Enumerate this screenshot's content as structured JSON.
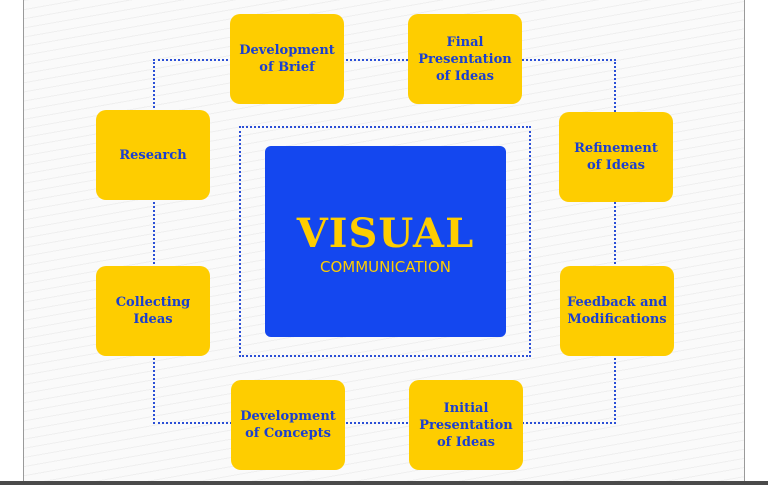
{
  "diagram": {
    "center": {
      "title": "VISUAL",
      "subtitle": "COMMUNICATION"
    },
    "nodes": [
      {
        "id": "development-of-brief",
        "label": "Development\nof Brief"
      },
      {
        "id": "final-presentation",
        "label": "Final\nPresentation\nof Ideas"
      },
      {
        "id": "refinement",
        "label": "Refinement\nof Ideas"
      },
      {
        "id": "feedback",
        "label": "Feedback and\nModifications"
      },
      {
        "id": "initial-presentation",
        "label": "Initial\nPresentation\nof Ideas"
      },
      {
        "id": "development-of-concepts",
        "label": "Development\nof Concepts"
      },
      {
        "id": "collecting-ideas",
        "label": "Collecting\nIdeas"
      },
      {
        "id": "research",
        "label": "Research"
      }
    ],
    "colors": {
      "node_fill": "#fecd00",
      "node_text": "#1b3fd0",
      "center_fill": "#1447ef",
      "connector": "#2b4fd6"
    }
  }
}
